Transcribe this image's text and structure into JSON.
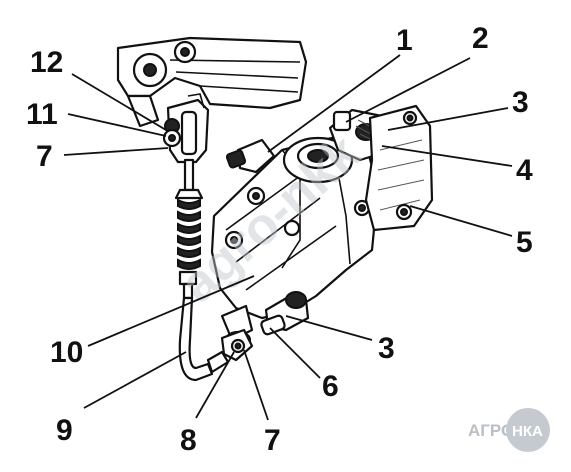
{
  "callouts": {
    "c1": "1",
    "c2": "2",
    "c3_top": "3",
    "c4": "4",
    "c5": "5",
    "c3_bottom": "3",
    "c6": "6",
    "c7_bottom": "7",
    "c8": "8",
    "c9": "9",
    "c10": "10",
    "c7_left": "7",
    "c11": "11",
    "c12": "12"
  },
  "watermark": "agro-nkk",
  "logo": {
    "left": "АГРО",
    "right": "НКА"
  },
  "colors": {
    "ink": "#111111",
    "watermark": "#bfc7cc"
  }
}
